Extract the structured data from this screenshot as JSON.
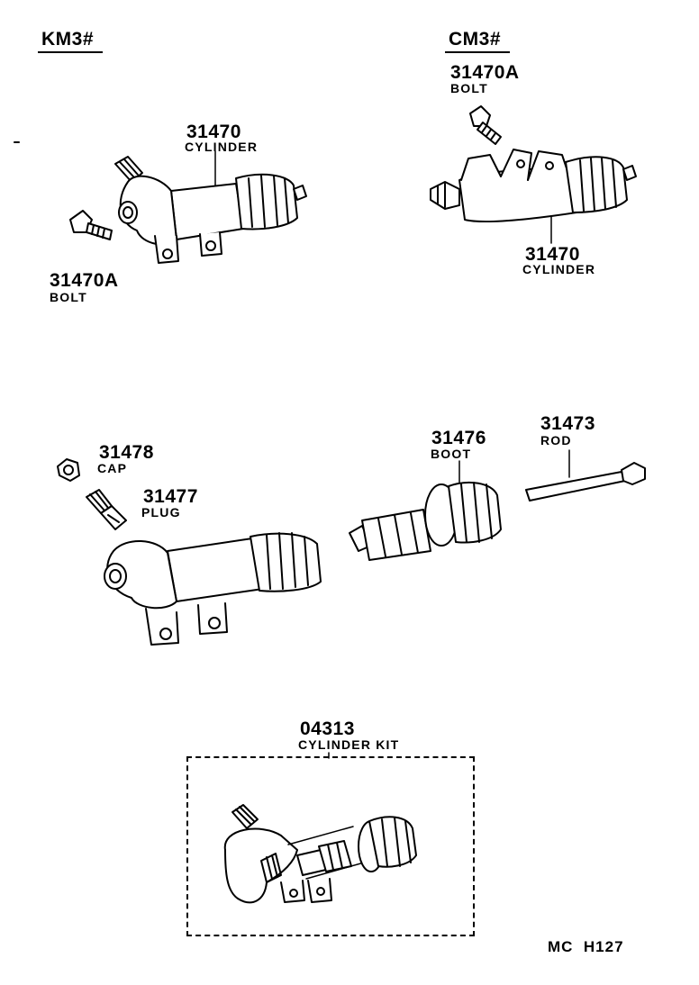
{
  "headers": {
    "left": "KM3#",
    "right": "CM3#"
  },
  "parts": [
    {
      "number": "31470",
      "name": "CYLINDER"
    },
    {
      "number": "31470A",
      "name": "BOLT"
    },
    {
      "number": "31470A",
      "name": "BOLT"
    },
    {
      "number": "31470",
      "name": "CYLINDER"
    },
    {
      "number": "31478",
      "name": "CAP"
    },
    {
      "number": "31477",
      "name": "PLUG"
    },
    {
      "number": "31476",
      "name": "BOOT"
    },
    {
      "number": "31473",
      "name": "ROD"
    },
    {
      "number": "04313",
      "name": "CYLINDER KIT"
    }
  ],
  "footer_code": "MC  H127"
}
